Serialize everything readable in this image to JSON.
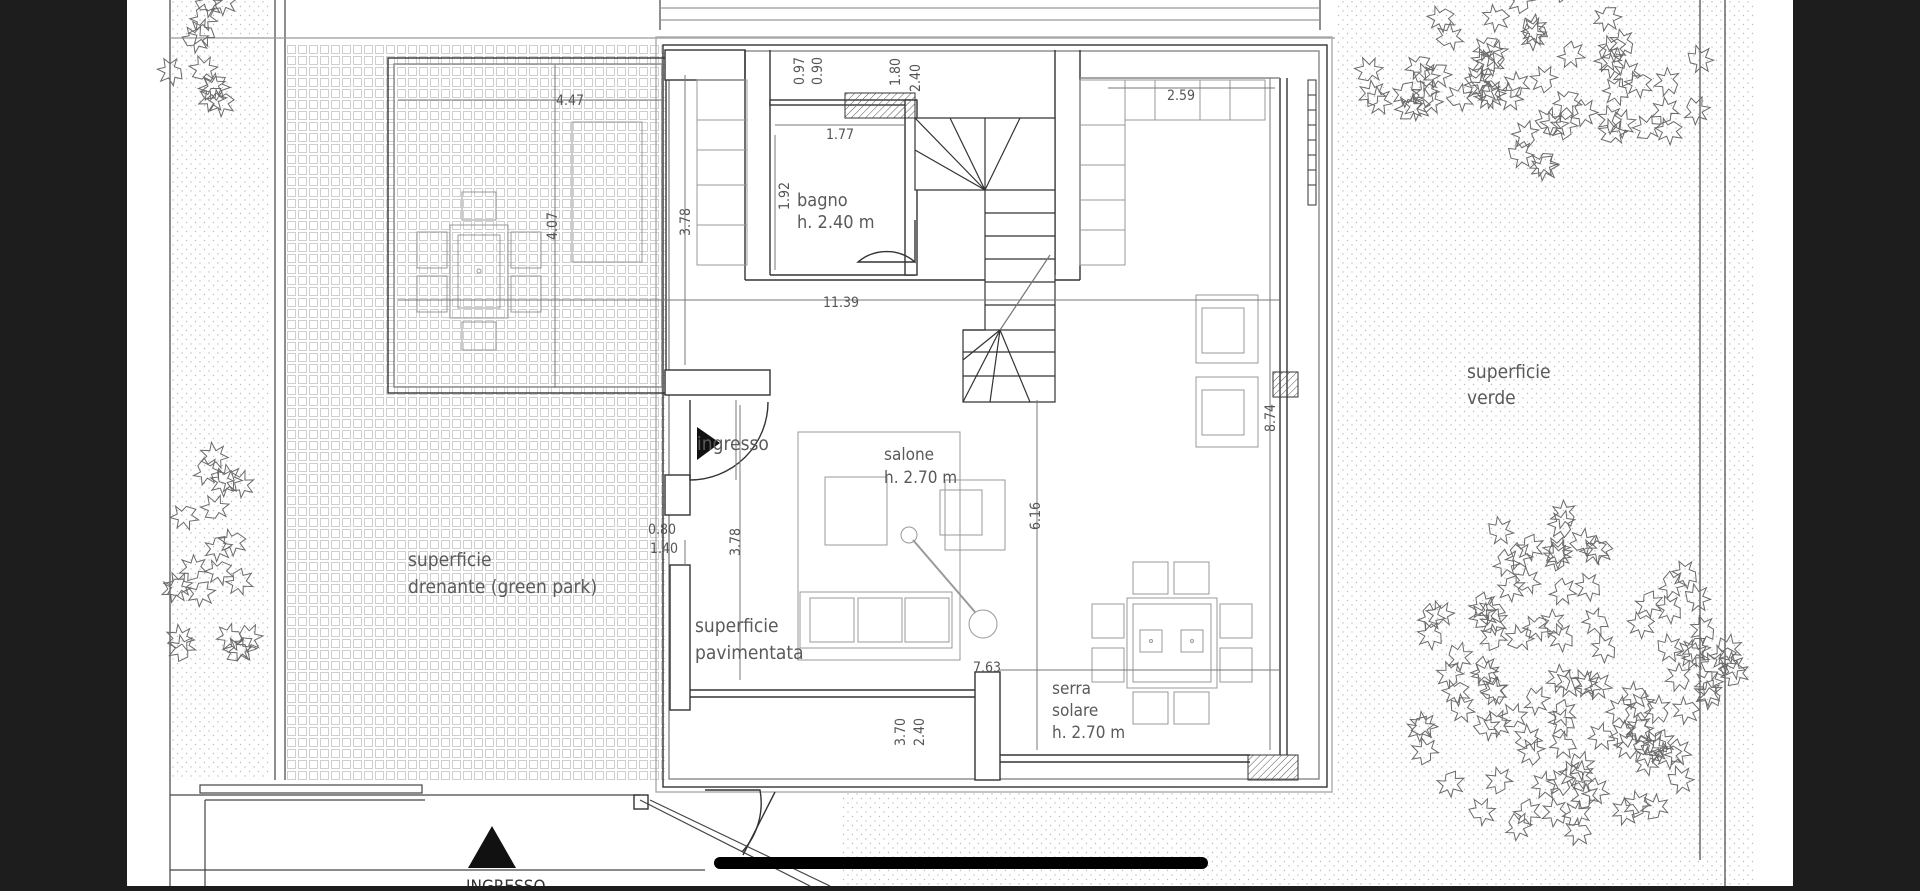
{
  "plan": {
    "rooms": {
      "bagno": {
        "name": "bagno",
        "height": "h. 2.40 m"
      },
      "salone": {
        "name": "salone",
        "height": "h. 2.70 m"
      },
      "ingresso": {
        "name": "ingresso"
      },
      "serra": {
        "name": "serra",
        "name2": "solare",
        "height": "h. 2.70 m"
      }
    },
    "surfaces": {
      "verde": {
        "line1": "superficie",
        "line2": "verde"
      },
      "drenante": {
        "line1": "superficie",
        "line2": "drenante (green park)"
      },
      "pavimentata": {
        "line1": "superficie",
        "line2": "pavimentata"
      }
    },
    "entrance_label": "INGRESSO",
    "dimensions": {
      "d447": "4.47",
      "d407": "4.07",
      "d1139": "11.39",
      "d378a": "3.78",
      "d378b": "3.78",
      "d097": "0.97",
      "d090": "0.90",
      "d180": "1.80",
      "d240a": "2.40",
      "d177": "1.77",
      "d192": "1.92",
      "d259": "2.59",
      "d874": "8.74",
      "d616": "6.16",
      "d080": "0.80",
      "d140": "1.40",
      "d763": "7.63",
      "d370": "3.70",
      "d240b": "2.40"
    }
  },
  "colors": {
    "background": "#1d1d1d",
    "sheet": "#ffffff",
    "line": "#333333",
    "light_line": "#9a9a9a",
    "grid": "#cfcfcf",
    "home_indicator": "#000000"
  },
  "icons": [
    "entrance-arrow-icon",
    "tree-canopy-icon",
    "door-swing-icon",
    "home-indicator"
  ]
}
